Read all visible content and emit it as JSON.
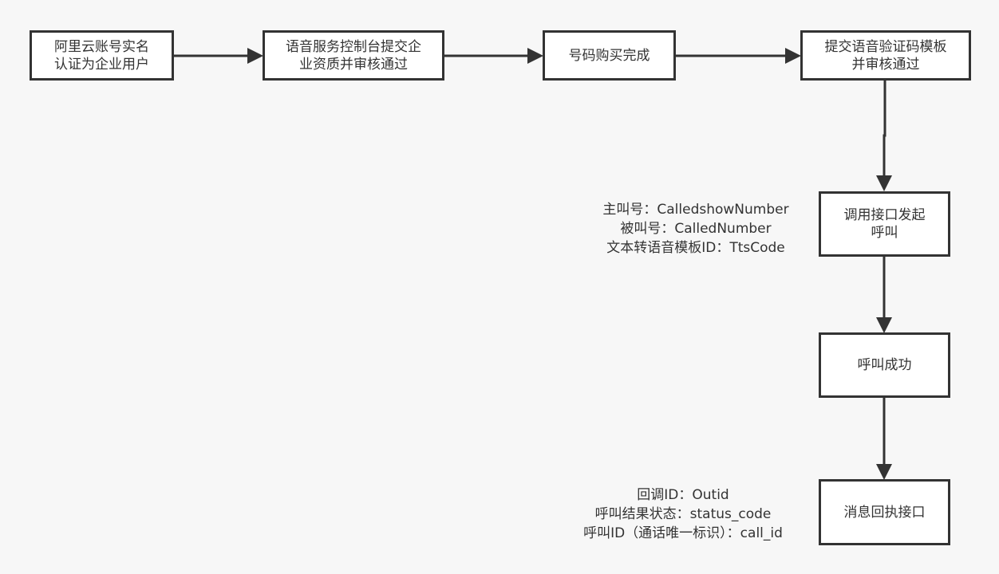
{
  "nodes": {
    "n1": [
      "阿里云账号实名",
      "认证为企业用户"
    ],
    "n2": [
      "语音服务控制台提交企",
      "业资质并审核通过"
    ],
    "n3": [
      "号码购买完成"
    ],
    "n4": [
      "提交语音验证码模板",
      "并审核通过"
    ],
    "n5": [
      "调用接口发起",
      "呼叫"
    ],
    "n6": [
      "呼叫成功"
    ],
    "n7": [
      "消息回执接口"
    ]
  },
  "notes": {
    "call_params": [
      "主叫号：CalledshowNumber",
      "被叫号：CalledNumber",
      "文本转语音模板ID：TtsCode"
    ],
    "receipt_fields": [
      "回调ID：Outid",
      "呼叫结果状态：status_code",
      "呼叫ID（通话唯一标识）：call_id"
    ]
  },
  "colors": {
    "background": "#f7f7f7",
    "box_fill": "#ffffff",
    "stroke": "#333333"
  }
}
